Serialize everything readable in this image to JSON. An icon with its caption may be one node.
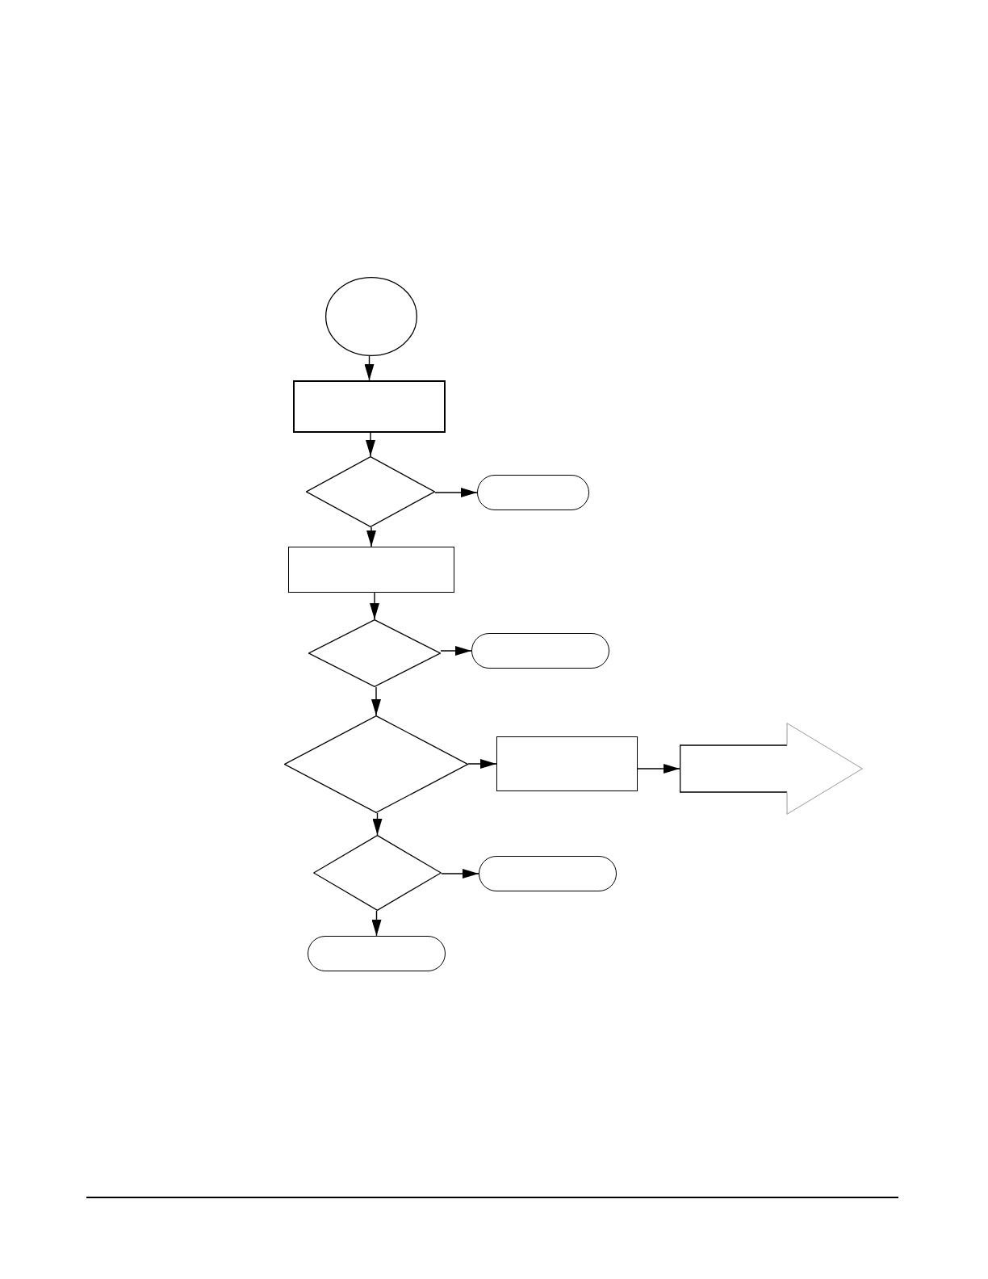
{
  "diagram": {
    "nodes": [
      {
        "text": [],
        "shape": "circle"
      },
      {
        "text": [],
        "shape": "box"
      },
      {
        "text": [],
        "shape": "diamond"
      },
      {
        "text": [],
        "shape": "pill"
      },
      {
        "text": [],
        "shape": "box"
      },
      {
        "text": [],
        "shape": "diamond"
      },
      {
        "text": [],
        "shape": "pill"
      },
      {
        "text": [],
        "shape": "diamond"
      },
      {
        "text": [],
        "shape": "box"
      },
      {
        "text": [],
        "shape": "arrow"
      },
      {
        "text": [],
        "shape": "diamond"
      },
      {
        "text": [],
        "shape": "pill"
      },
      {
        "text": [],
        "shape": "pill"
      }
    ],
    "edges": [
      {
        "from": 0,
        "to": 1,
        "arrow": "to"
      },
      {
        "from": 1,
        "to": 2,
        "arrow": "to"
      },
      {
        "from": 2,
        "to": 3,
        "arrow": "to"
      },
      {
        "from": 2,
        "to": 4,
        "arrow": "to"
      },
      {
        "from": 4,
        "to": 5,
        "arrow": "to"
      },
      {
        "from": 5,
        "to": 6,
        "arrow": "to"
      },
      {
        "from": 5,
        "to": 7,
        "arrow": "to"
      },
      {
        "from": 7,
        "to": 8,
        "arrow": "to"
      },
      {
        "from": 7,
        "to": 10,
        "arrow": "to"
      },
      {
        "from": 8,
        "to": 9,
        "arrow": "to"
      },
      {
        "from": 10,
        "to": 11,
        "arrow": "to"
      },
      {
        "from": 10,
        "to": 12,
        "arrow": "to"
      }
    ]
  }
}
